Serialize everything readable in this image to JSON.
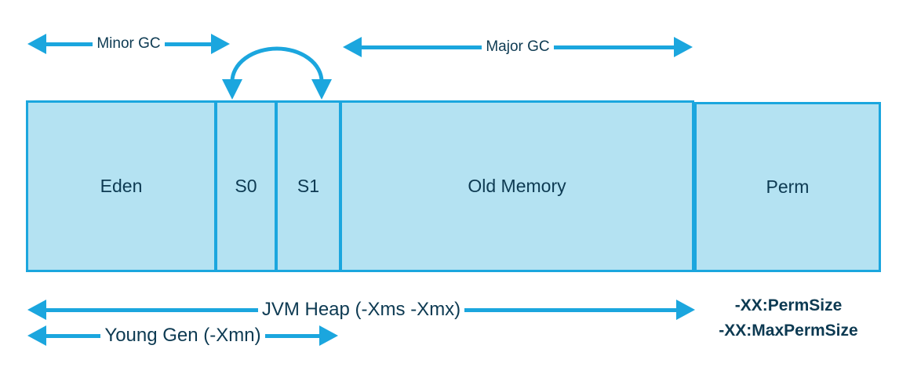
{
  "colors": {
    "accent": "#1ba6de",
    "box_fill": "#b4e2f2",
    "text": "#0d3a52",
    "background": "#ffffff"
  },
  "gc_arrows": {
    "minor": {
      "label": "Minor GC"
    },
    "major": {
      "label": "Major GC"
    }
  },
  "heap": {
    "regions": [
      {
        "label": "Eden"
      },
      {
        "label": "S0"
      },
      {
        "label": "S1"
      },
      {
        "label": "Old Memory"
      }
    ],
    "perm": {
      "label": "Perm"
    }
  },
  "size_arrows": {
    "jvm_heap": {
      "label": "JVM Heap (-Xms -Xmx)"
    },
    "young_gen": {
      "label": "Young Gen (-Xmn)"
    }
  },
  "perm_flags": {
    "line1": "-XX:PermSize",
    "line2": "-XX:MaxPermSize"
  }
}
